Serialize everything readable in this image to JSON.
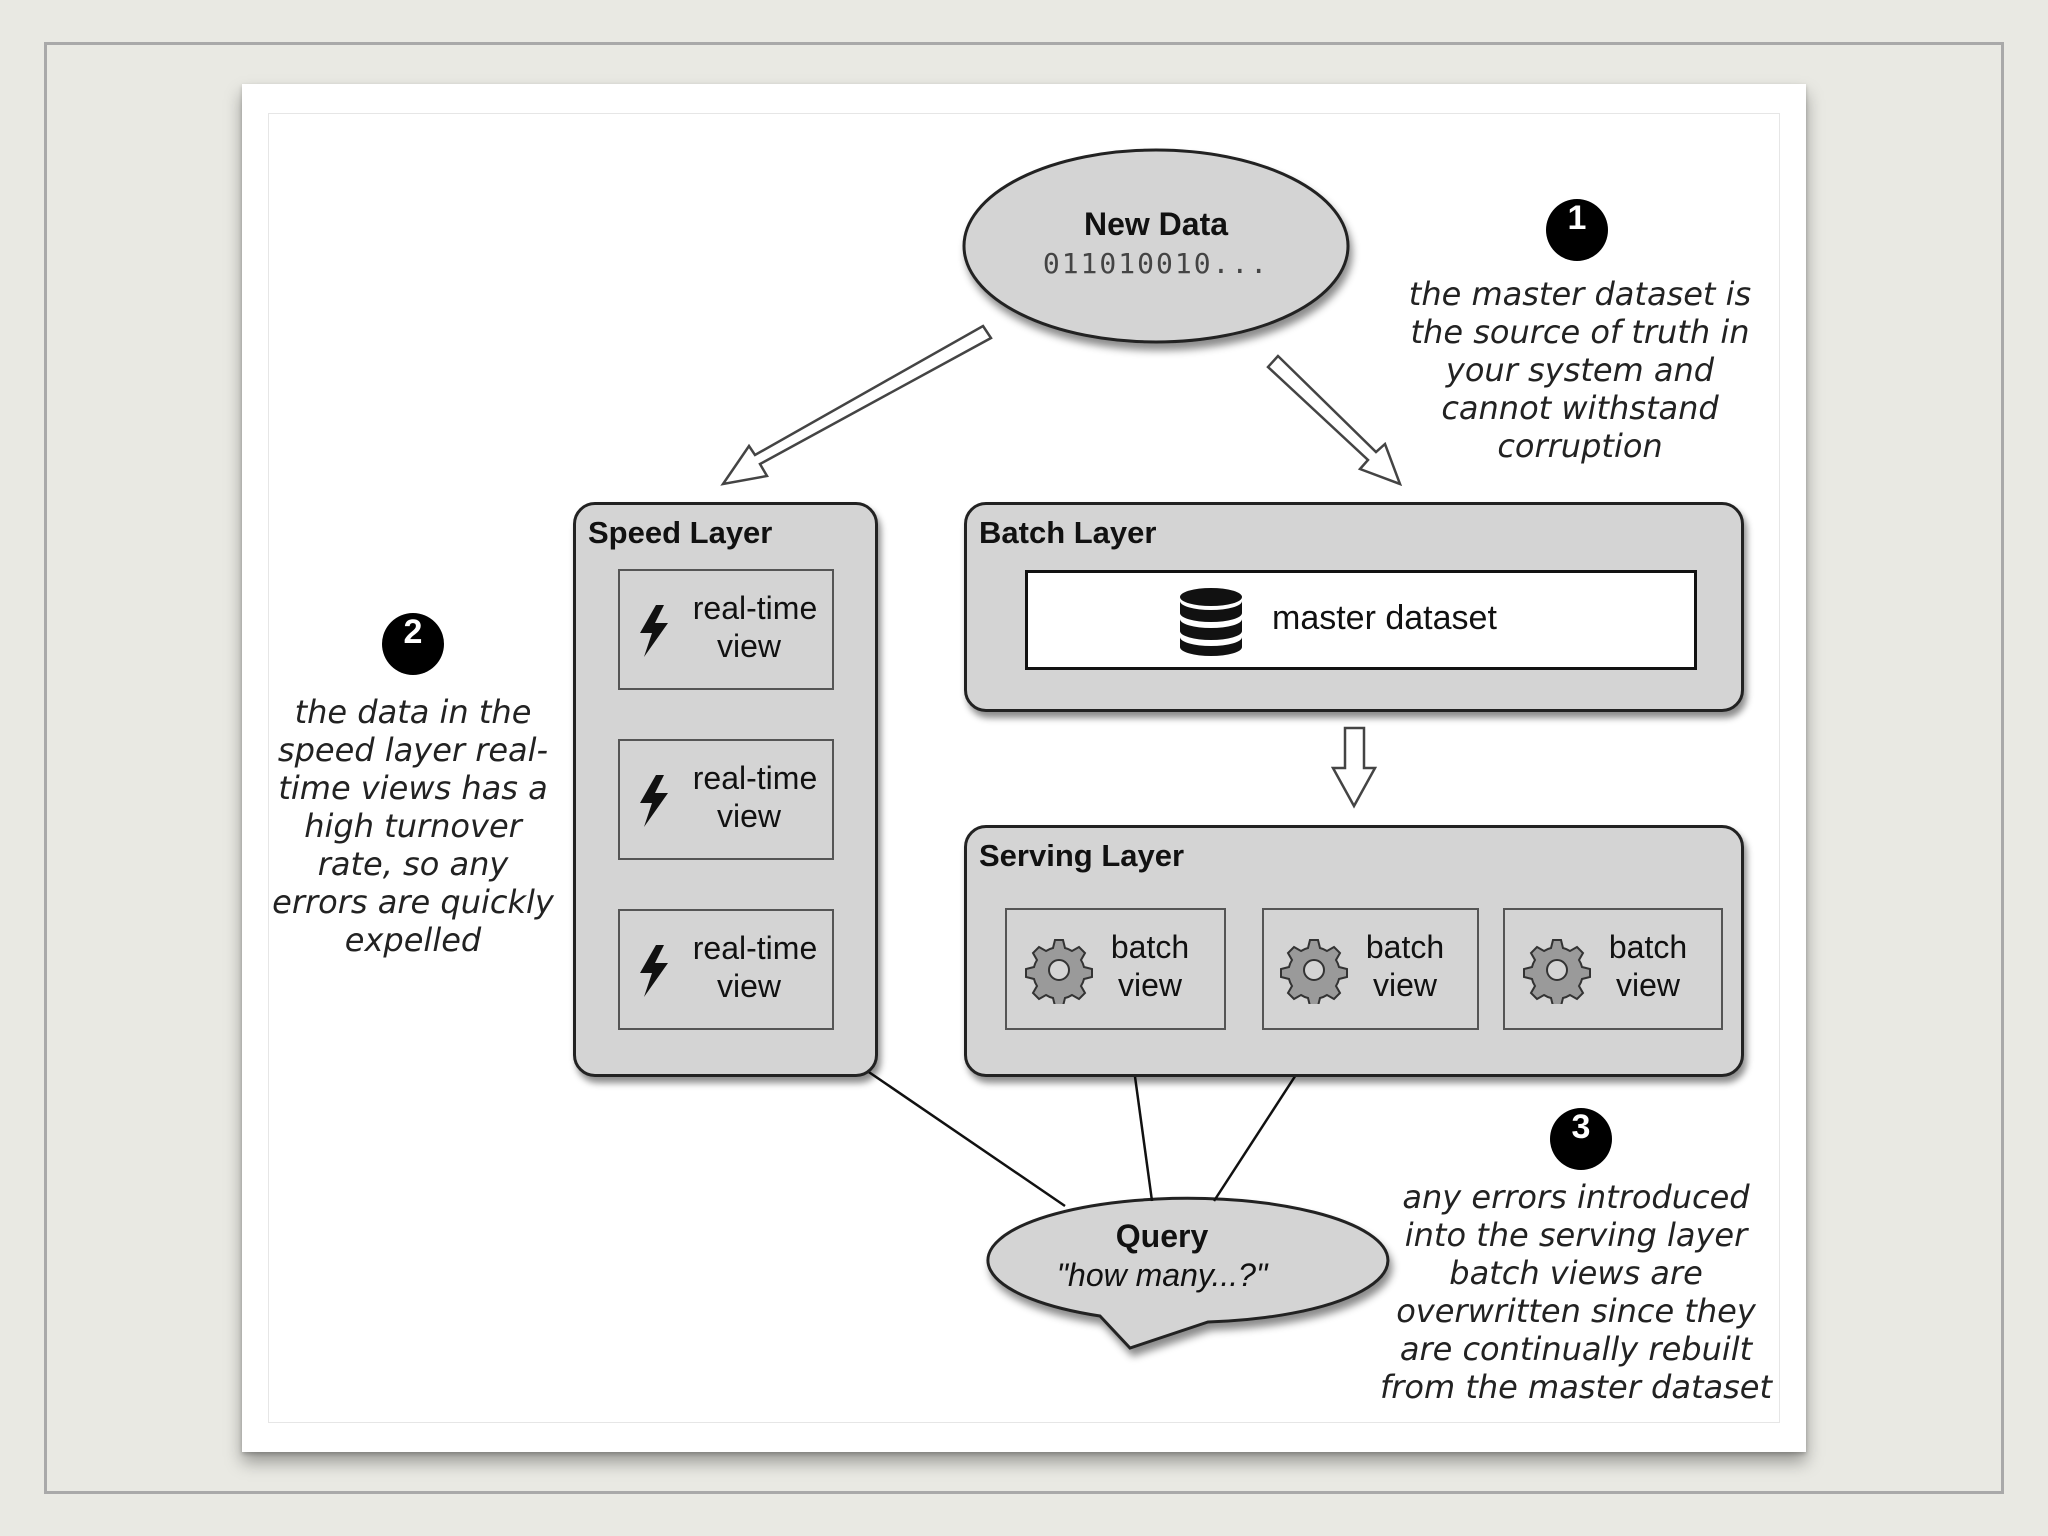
{
  "new_data": {
    "title": "New Data",
    "bits": "011010010..."
  },
  "speed_layer": {
    "title": "Speed Layer",
    "views": [
      {
        "line1": "real-time",
        "line2": "view"
      },
      {
        "line1": "real-time",
        "line2": "view"
      },
      {
        "line1": "real-time",
        "line2": "view"
      }
    ]
  },
  "batch_layer": {
    "title": "Batch Layer",
    "master": "master dataset"
  },
  "serving_layer": {
    "title": "Serving Layer",
    "views": [
      {
        "line1": "batch",
        "line2": "view"
      },
      {
        "line1": "batch",
        "line2": "view"
      },
      {
        "line1": "batch",
        "line2": "view"
      }
    ]
  },
  "query": {
    "title": "Query",
    "text": "\"how many...?\""
  },
  "notes": [
    {
      "badge": "1",
      "lines": [
        "the master dataset is",
        "the source of truth in",
        "your system and",
        "cannot withstand",
        "corruption"
      ]
    },
    {
      "badge": "2",
      "lines": [
        "the data in the",
        "speed layer real-",
        "time views has a",
        "high turnover",
        "rate, so any",
        "errors are quickly",
        "expelled"
      ]
    },
    {
      "badge": "3",
      "lines": [
        "any errors introduced",
        "into the serving layer",
        "batch views are",
        "overwritten since they",
        "are continually rebuilt",
        "from the master dataset"
      ]
    }
  ]
}
